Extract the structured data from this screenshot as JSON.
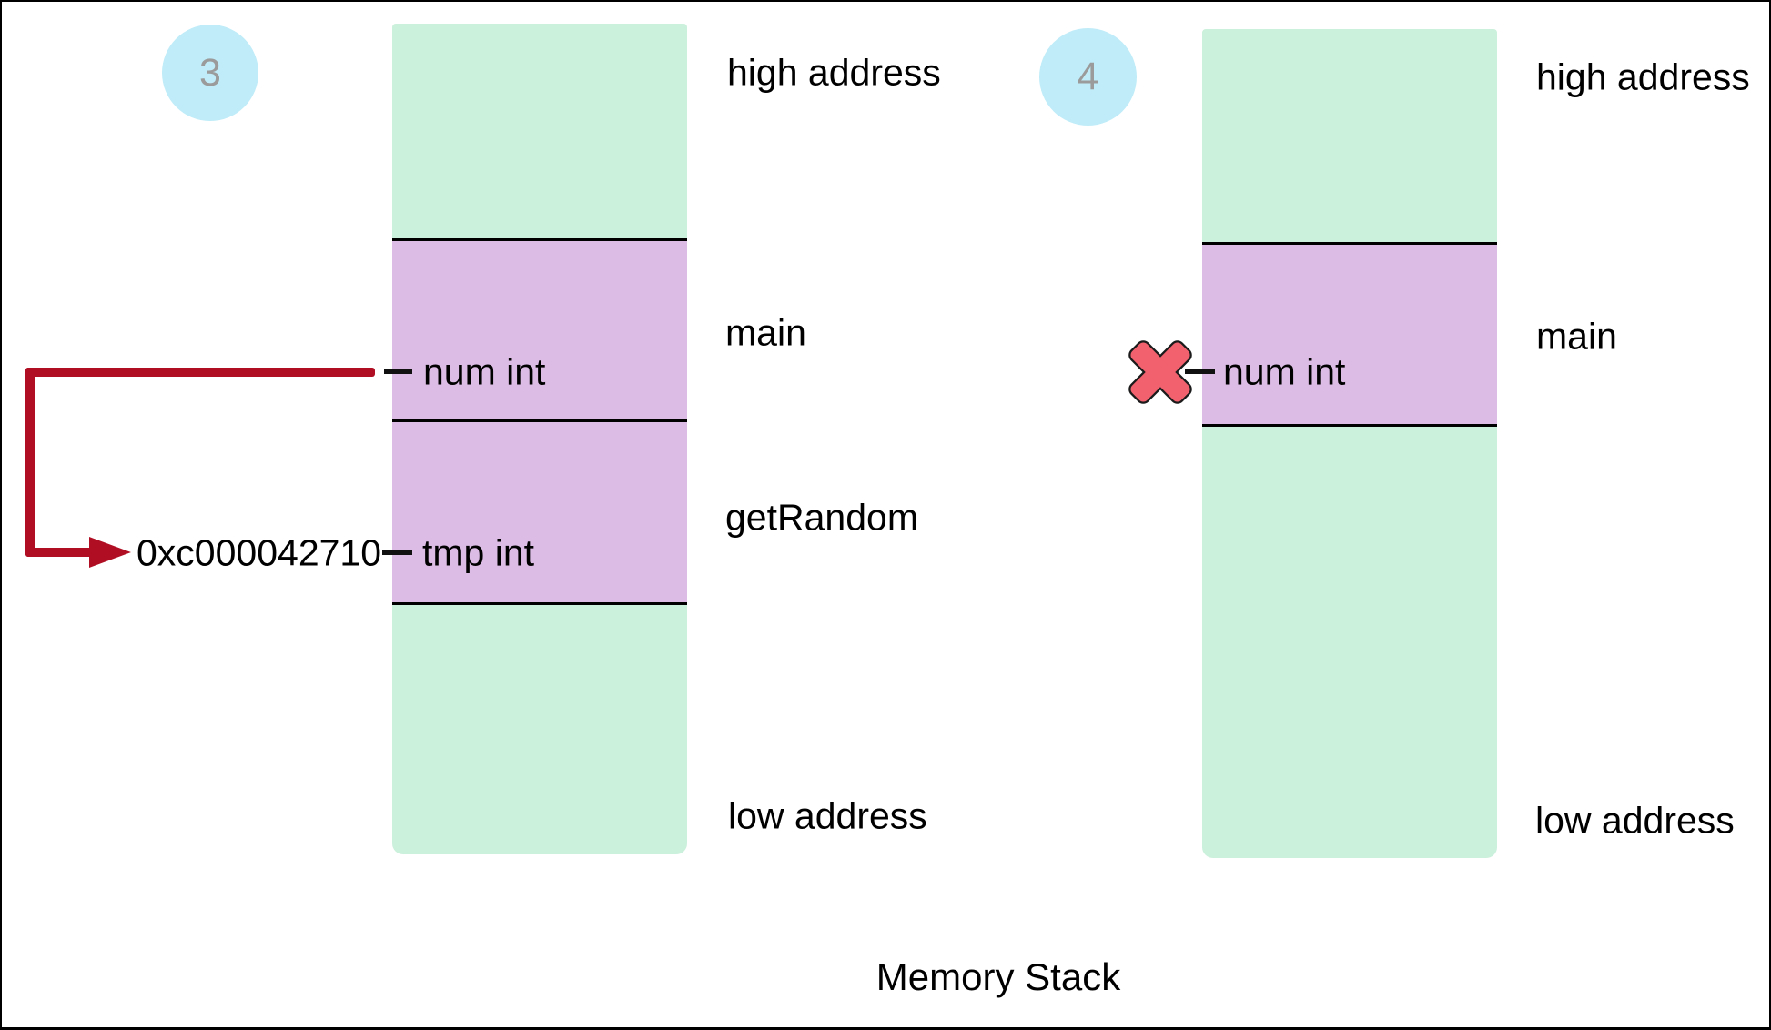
{
  "diagram": {
    "title": "Memory Stack",
    "left_panel": {
      "step_number": "3",
      "label_high_address": "high address",
      "label_main": "main",
      "label_getrandom": "getRandom",
      "label_low_address": "low address",
      "var_num": "num int",
      "var_tmp": "tmp int",
      "pointer_address": "0xc000042710"
    },
    "right_panel": {
      "step_number": "4",
      "label_high_address": "high address",
      "label_main": "main",
      "label_low_address": "low address",
      "var_num": "num int"
    },
    "icons": {
      "pointer_arrowhead": "right-arrow-triangle",
      "cross_mark": "red-x-cross"
    },
    "colors": {
      "stack_green": "#cbf0dc",
      "stack_purple": "#dcbbe4",
      "step_badge_blue": "#bfecf8",
      "step_number_gray": "#9b9b9b",
      "pointer_red": "#b00e23",
      "cross_fill": "#f2616e",
      "cross_outline": "#1b1b1b",
      "line_black": "#000000"
    }
  }
}
